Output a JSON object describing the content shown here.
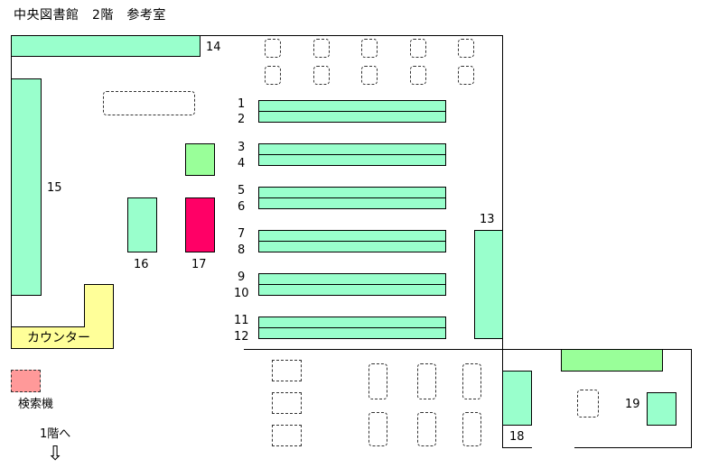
{
  "title": "中央図書館　2階　参考室",
  "shelf_numbers": [
    "1",
    "2",
    "3",
    "4",
    "5",
    "6",
    "7",
    "8",
    "9",
    "10",
    "11",
    "12"
  ],
  "labels": {
    "n13": "13",
    "n14": "14",
    "n15": "15",
    "n16": "16",
    "n17": "17",
    "n18": "18",
    "n19": "19"
  },
  "counter_label": "カウンター",
  "search_terminal_label": "検索機",
  "to_first_floor": "1階へ",
  "arrow_down": "⇩",
  "colors": {
    "shelf": "#99ffcc",
    "green_block": "#99ff99",
    "highlight": "#ff0066",
    "search_terminal": "#ff9999",
    "counter": "#ffff99"
  }
}
